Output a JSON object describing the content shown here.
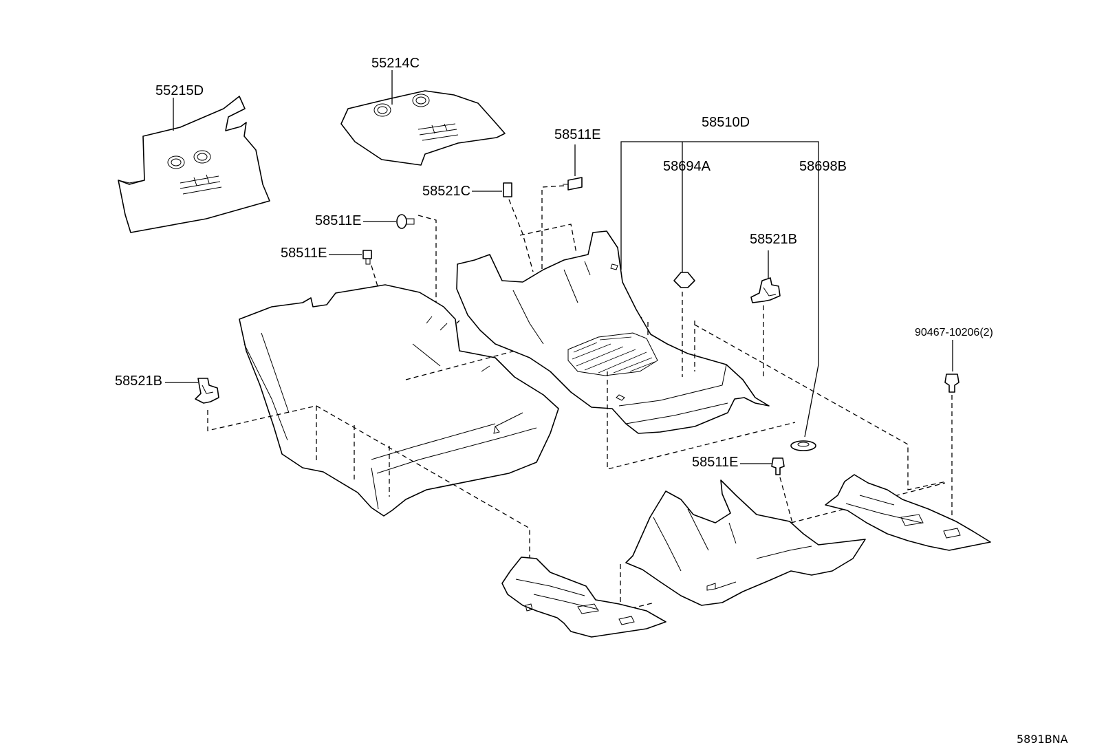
{
  "labels": {
    "p55215D": "55215D",
    "p55214C": "55214C",
    "p58511E_top": "58511E",
    "p58510D": "58510D",
    "p58694A": "58694A",
    "p58698B": "58698B",
    "p58521C": "58521C",
    "p58511E_mid": "58511E",
    "p58511E_left": "58511E",
    "p58521B_right": "58521B",
    "p58521B_left": "58521B",
    "p90467": "90467-10206(2)",
    "p58511E_bottom": "58511E"
  },
  "diagram_code": "5891BNA"
}
